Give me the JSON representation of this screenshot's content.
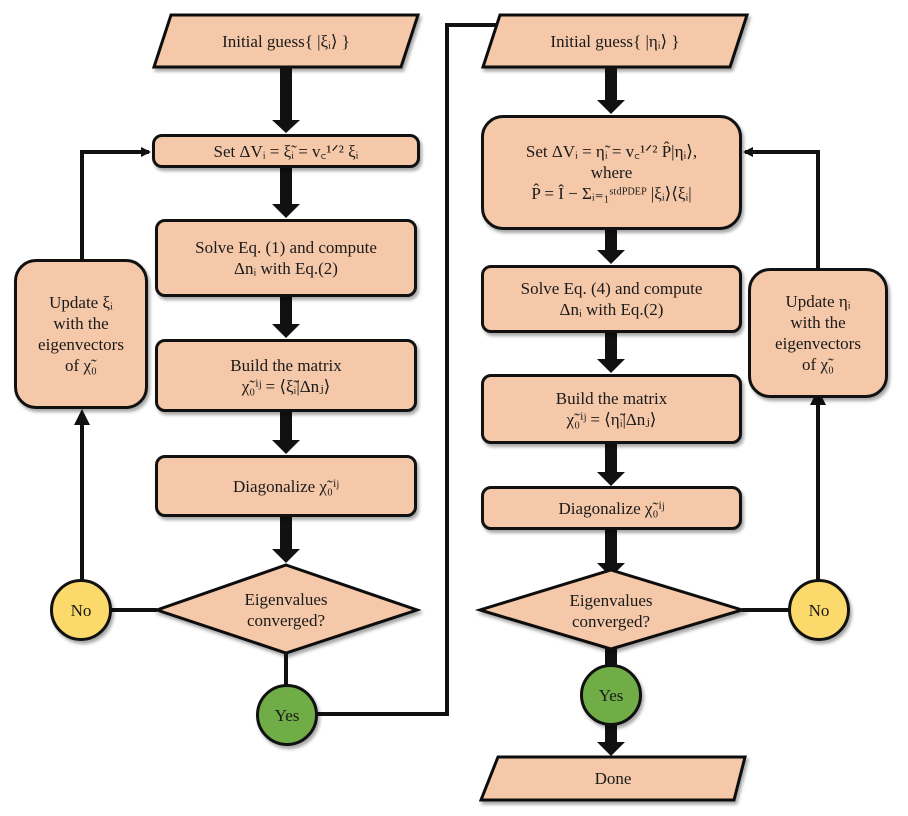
{
  "colors": {
    "process_fill": "#f4c8a8",
    "no_fill": "#fbd96a",
    "yes_fill": "#70ad47",
    "stroke": "#111111"
  },
  "left_column": {
    "start": "Initial guess{ |ξᵢ⟩ }",
    "set_potential": "Set ΔVᵢ = ξ̃ᵢ = v꜀¹ᐟ² ξᵢ",
    "solve": [
      "Solve Eq. (1) and compute",
      "Δnᵢ with Eq.(2)"
    ],
    "build": [
      "Build the matrix",
      "χ̃₀ⁱʲ = ⟨ξ̃ᵢ|Δnⱼ⟩"
    ],
    "diagonalize": "Diagonalize χ̃₀ⁱʲ",
    "decision": [
      "Eigenvalues",
      "converged?"
    ],
    "no_label": "No",
    "yes_label": "Yes",
    "update": [
      "Update ξᵢ",
      "with the",
      "eigenvectors",
      "of χ̃₀"
    ]
  },
  "right_column": {
    "start": "Initial guess{ |ηᵢ⟩ }",
    "set_potential": [
      "Set ΔVᵢ = η̃ᵢ = v꜀¹ᐟ² P̂|ηᵢ⟩,",
      "where",
      "P̂ = Î − Σᵢ₌₁ˢᵗᵈᴾᴰᴱᴾ |ξᵢ⟩⟨ξᵢ|"
    ],
    "solve": [
      "Solve Eq. (4) and compute",
      "Δnᵢ with Eq.(2)"
    ],
    "build": [
      "Build the matrix",
      "χ̃₀ⁱʲ = ⟨η̃ᵢ|Δnⱼ⟩"
    ],
    "diagonalize": "Diagonalize χ̃₀ⁱʲ",
    "decision": [
      "Eigenvalues",
      "converged?"
    ],
    "no_label": "No",
    "yes_label": "Yes",
    "update": [
      "Update ηᵢ",
      "with the",
      "eigenvectors",
      "of χ̃₀"
    ],
    "end": "Done"
  }
}
